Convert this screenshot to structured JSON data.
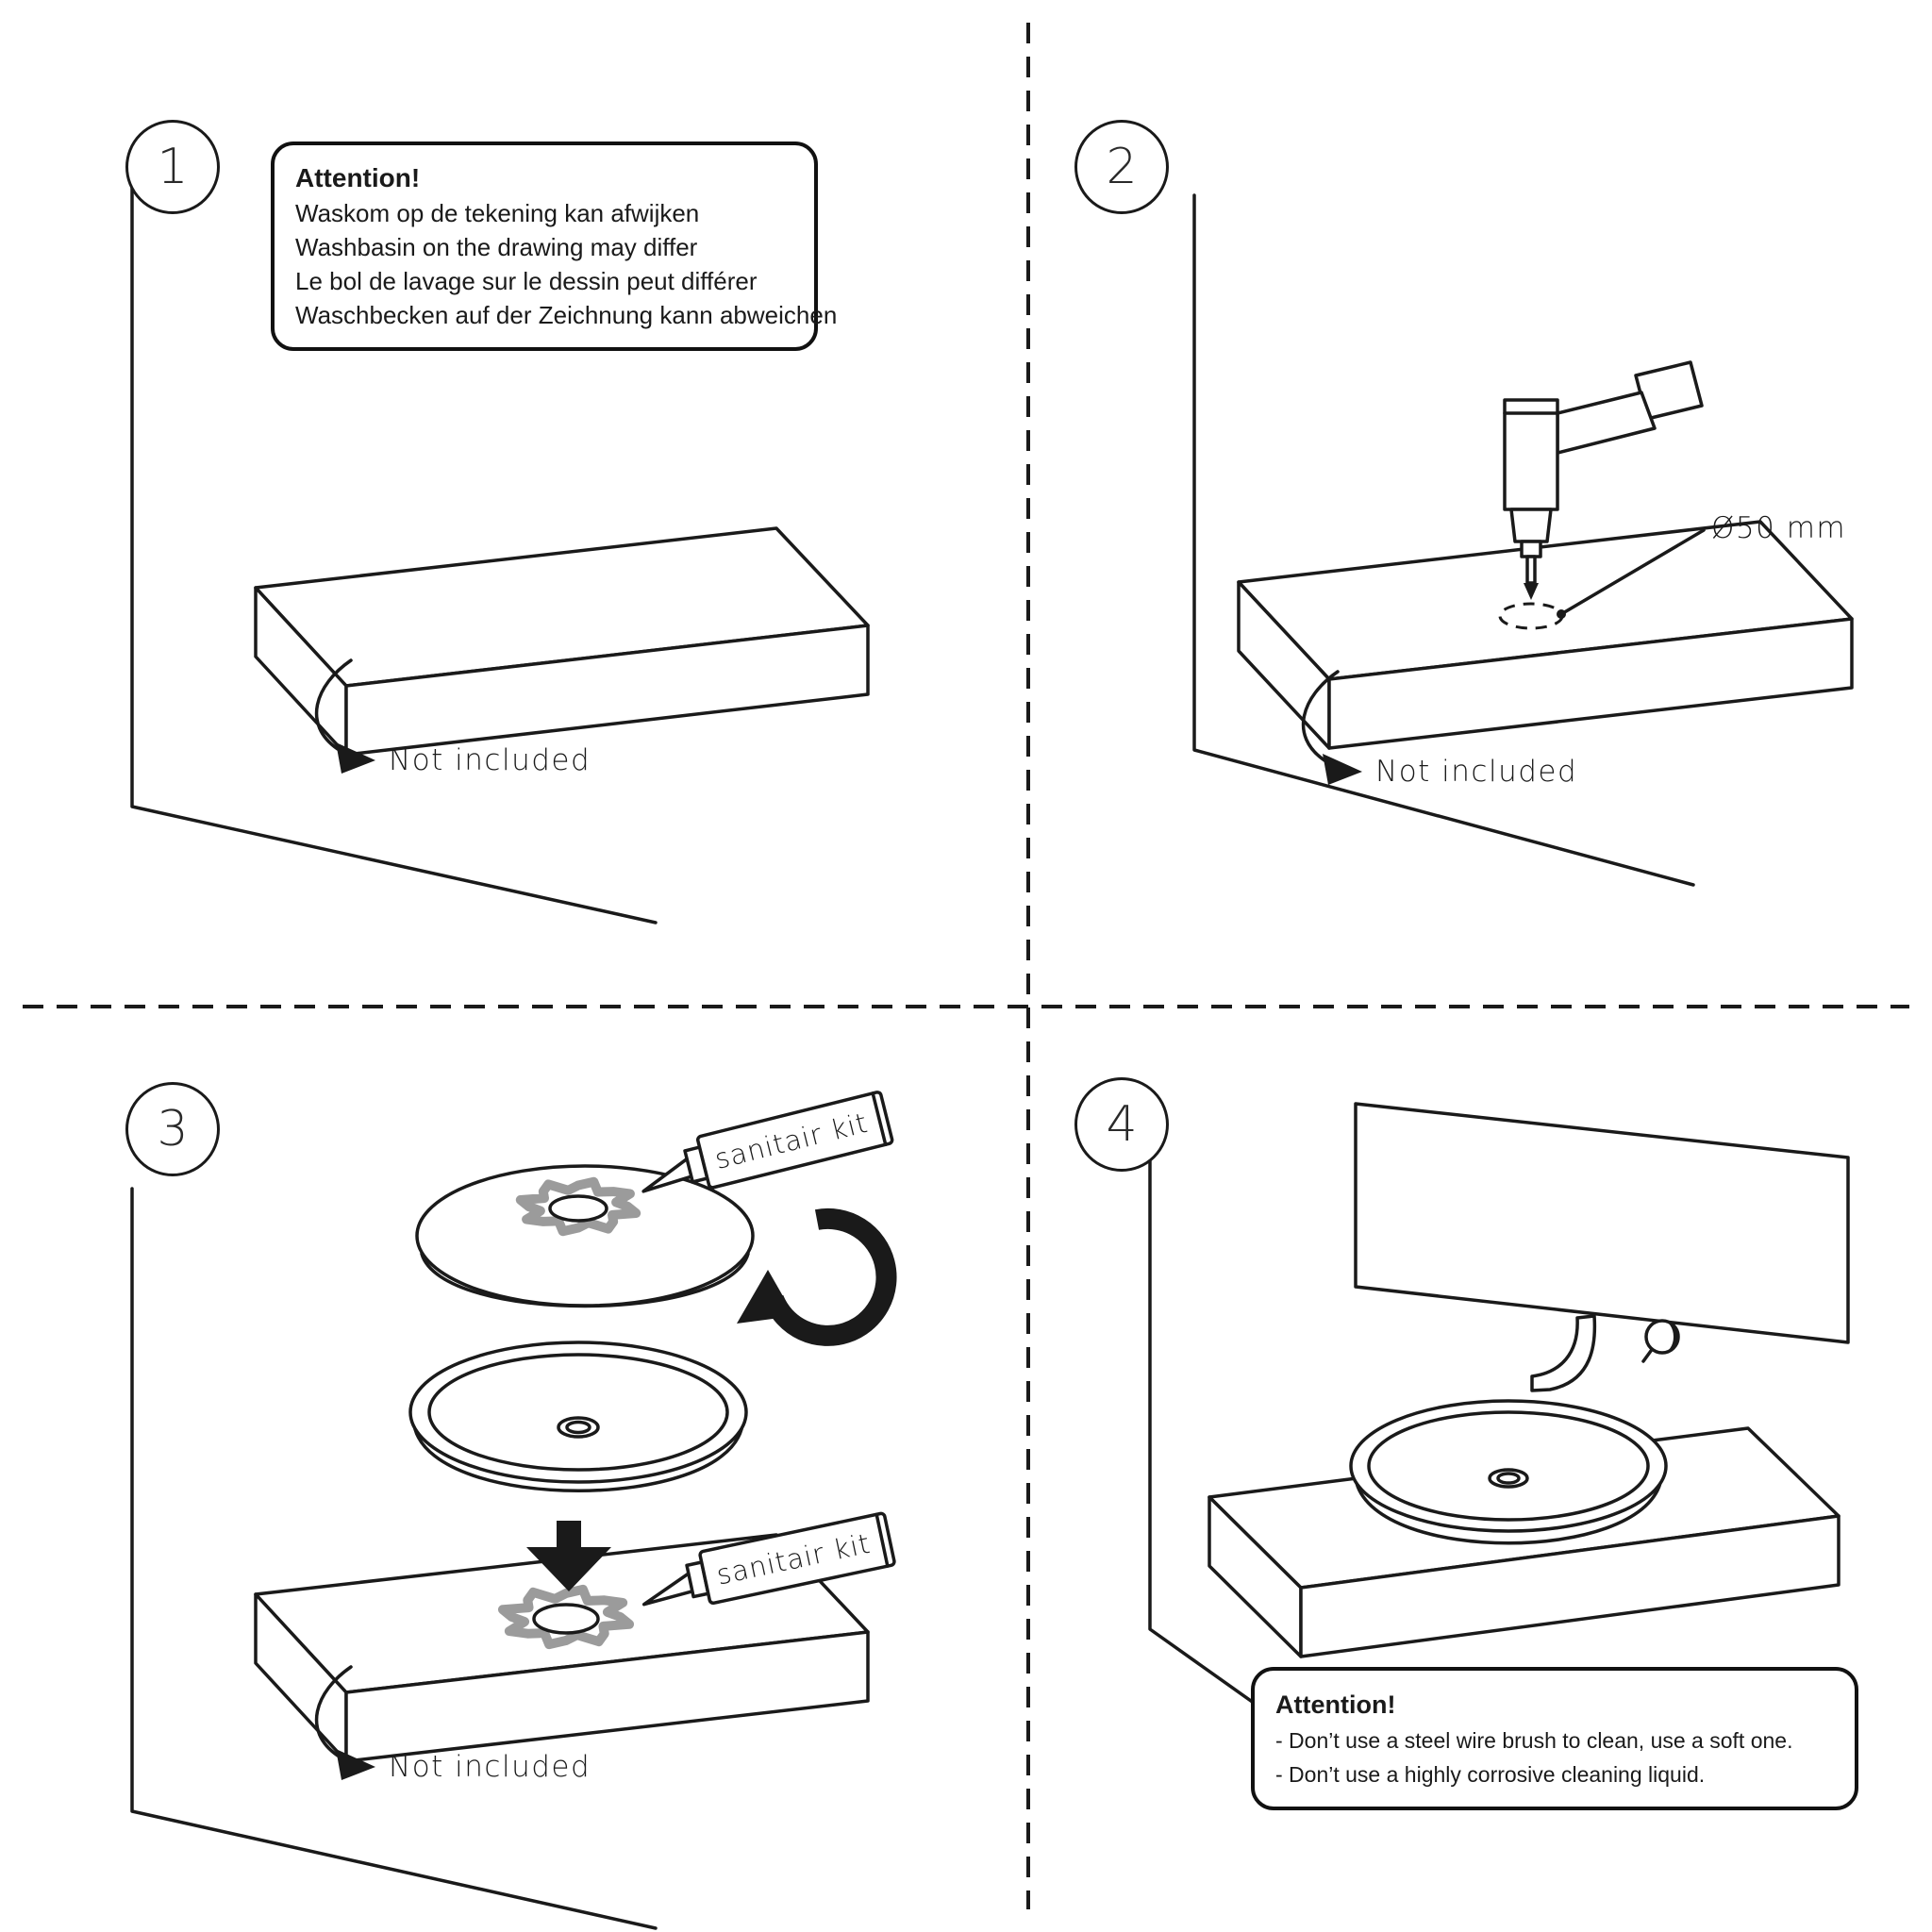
{
  "style": {
    "background": "#ffffff",
    "line_color": "#1a1a1a",
    "sealant_color": "#9b9b9b"
  },
  "panels": {
    "p1": {
      "number": "1",
      "attention_title": "Attention!",
      "attention_lines": [
        "Waskom op de tekening kan afwijken",
        "Washbasin on the drawing may differ",
        "Le bol de lavage sur le dessin peut différer",
        "Waschbecken auf der Zeichnung kann abweichen"
      ],
      "not_included": "Not included"
    },
    "p2": {
      "number": "2",
      "hole_diameter": "Ø50 mm",
      "not_included": "Not included"
    },
    "p3": {
      "number": "3",
      "sealant_top": "sanitair kit",
      "sealant_bottom": "sanitair kit",
      "not_included": "Not included"
    },
    "p4": {
      "number": "4",
      "attention_title": "Attention!",
      "attention_lines": [
        "- Don’t use a steel wire brush to clean, use a soft one.",
        "- Don’t use a highly corrosive cleaning liquid."
      ]
    }
  }
}
